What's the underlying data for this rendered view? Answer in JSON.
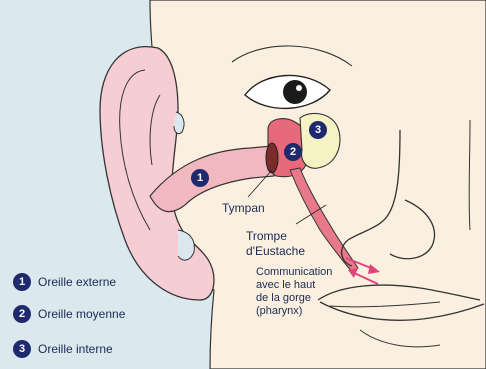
{
  "colors": {
    "background_left": "#dbe9ef",
    "skin": "#fbf0e0",
    "ear_pink": "#f6cdd2",
    "canal_pink": "#f2b8c0",
    "middle_ear_red": "#e86a7a",
    "inner_ear_yellow": "#f7f2c4",
    "badge": "#1f2a6e",
    "outline": "#222222",
    "arrow_pink": "#e0447a"
  },
  "markers": {
    "m1": "1",
    "m2": "2",
    "m3": "3"
  },
  "labels": {
    "tympan": "Tympan",
    "trompe_line1": "Trompe",
    "trompe_line2": "d'Eustache",
    "comm_line1": "Communication",
    "comm_line2": "avec le haut",
    "comm_line3": "de la gorge",
    "comm_line4": "(pharynx)"
  },
  "legend": [
    {
      "number": "1",
      "label": "Oreille externe"
    },
    {
      "number": "2",
      "label": "Oreille moyenne"
    },
    {
      "number": "3",
      "label": "Oreille interne"
    }
  ],
  "icons": [
    "ear-drawing",
    "eye-drawing",
    "nose-drawing",
    "mouth-drawing",
    "number-badge"
  ]
}
